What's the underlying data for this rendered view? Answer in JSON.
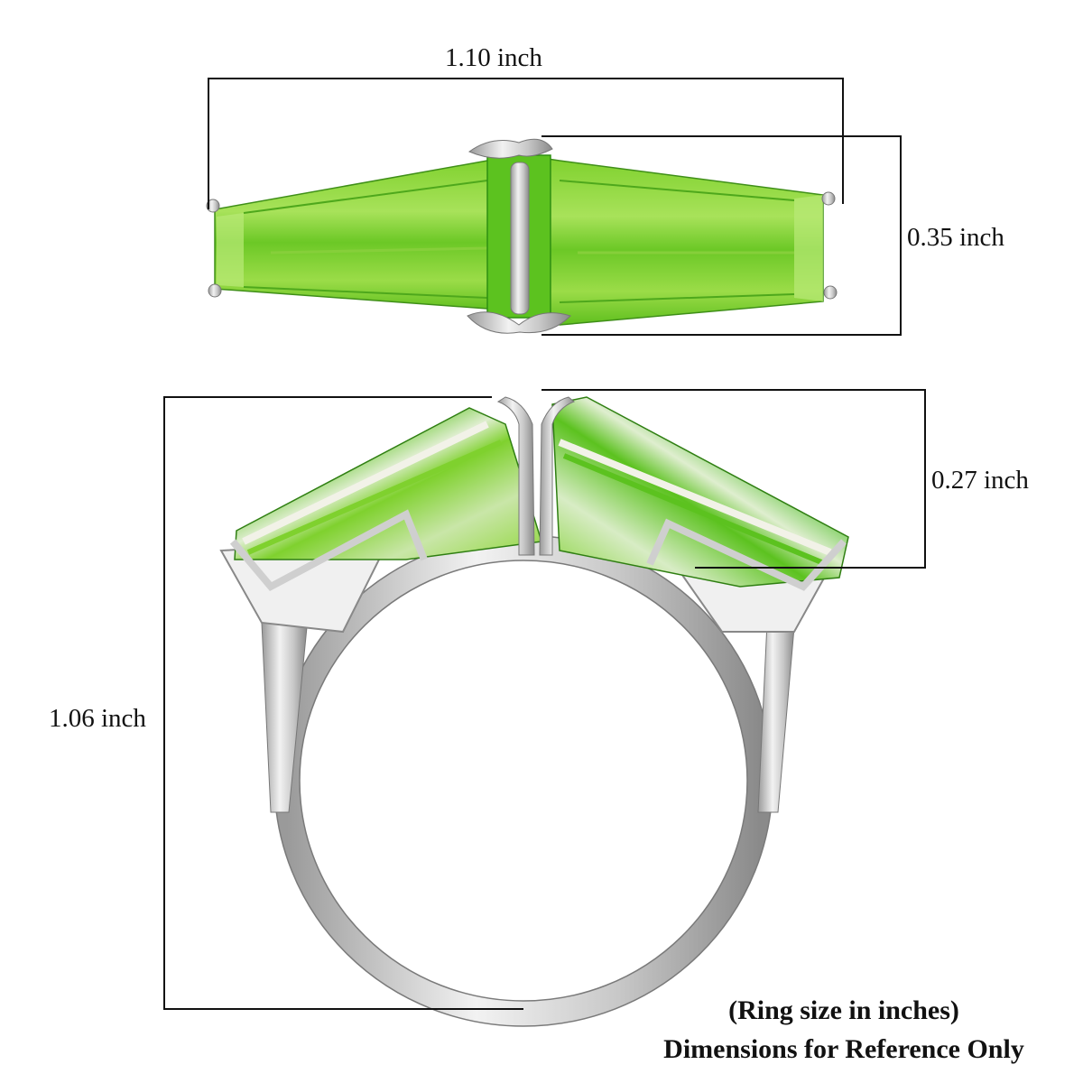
{
  "image": {
    "description": "Product dimension graphic of a two-stone green gemstone ring (top view and side view) with measurement lines",
    "background": "#ffffff",
    "colors": {
      "gem_light": "#8fd63a",
      "gem_mid": "#5cc21f",
      "gem_dark": "#2f9a16",
      "metal": "#d9d9d9",
      "metal_dark": "#8a8a8a",
      "line": "#111111"
    }
  },
  "top_view": {
    "width_label": "1.10 inch",
    "height_label": "0.35 inch"
  },
  "side_view": {
    "stone_height_label": "0.27 inch",
    "total_height_label": "1.06 inch"
  },
  "caption": {
    "line1": "(Ring size in inches)",
    "line2": "Dimensions for Reference Only"
  }
}
